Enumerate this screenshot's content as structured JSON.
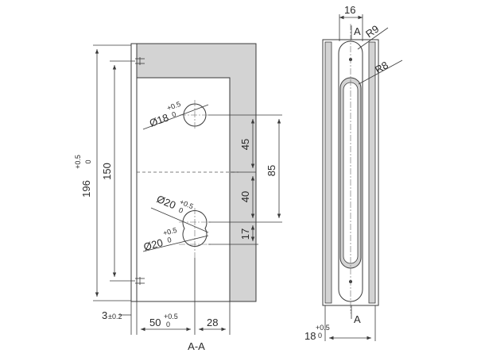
{
  "section_label": "A-A",
  "view_marker": "A",
  "dims": {
    "overall_height": "196",
    "overall_height_tol_upper": "+0.5",
    "overall_height_tol_lower": "0",
    "inner_height": "150",
    "hole_upper": "Ø18",
    "hole_upper_tol_upper": "+0.5",
    "hole_upper_tol_lower": "0",
    "hole_lower_a": "Ø20",
    "hole_lower_a_tol_upper": "+0.5",
    "hole_lower_a_tol_lower": "0",
    "hole_lower_b": "Ø20",
    "hole_lower_b_tol_upper": "+0.5",
    "hole_lower_b_tol_lower": "0",
    "spacing_45": "45",
    "spacing_40": "40",
    "spacing_17": "17",
    "spacing_85": "85",
    "offset_3": "3",
    "offset_3_tol": "±0.2",
    "width_50": "50",
    "width_50_tol_upper": "+0.5",
    "width_50_tol_lower": "0",
    "width_28": "28",
    "side_width_16": "16",
    "radius_r9": "R9",
    "radius_r8": "R8",
    "side_depth_18": "18",
    "side_depth_18_tol_upper": "+0.5",
    "side_depth_18_tol_lower": "0"
  },
  "colors": {
    "fill": "#d3d3d3",
    "line": "#3a3a3a",
    "background": "#ffffff"
  }
}
